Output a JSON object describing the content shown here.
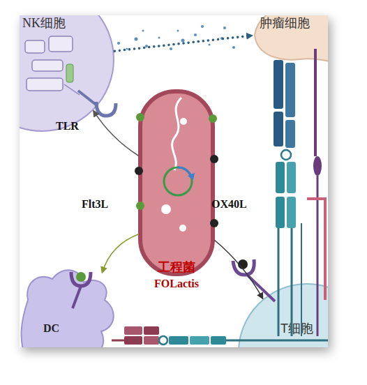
{
  "diagram": {
    "nodes": [
      {
        "text": [
          "NK细胞"
        ]
      },
      {
        "text": [
          "肿瘤细胞"
        ]
      },
      {
        "text": [
          "工程菌",
          "FOLactis"
        ]
      },
      {
        "text": [
          "DC"
        ]
      },
      {
        "text": [
          "T细胞"
        ]
      }
    ],
    "edges": [
      {
        "from": 2,
        "to": 0,
        "arrow": "to"
      },
      {
        "from": 0,
        "to": 1,
        "arrow": "to"
      },
      {
        "from": 2,
        "to": 3,
        "arrow": "to"
      },
      {
        "from": 2,
        "to": 4,
        "arrow": "to"
      }
    ],
    "labels": [
      "TLR",
      "Flt3L",
      "OX40L"
    ]
  }
}
